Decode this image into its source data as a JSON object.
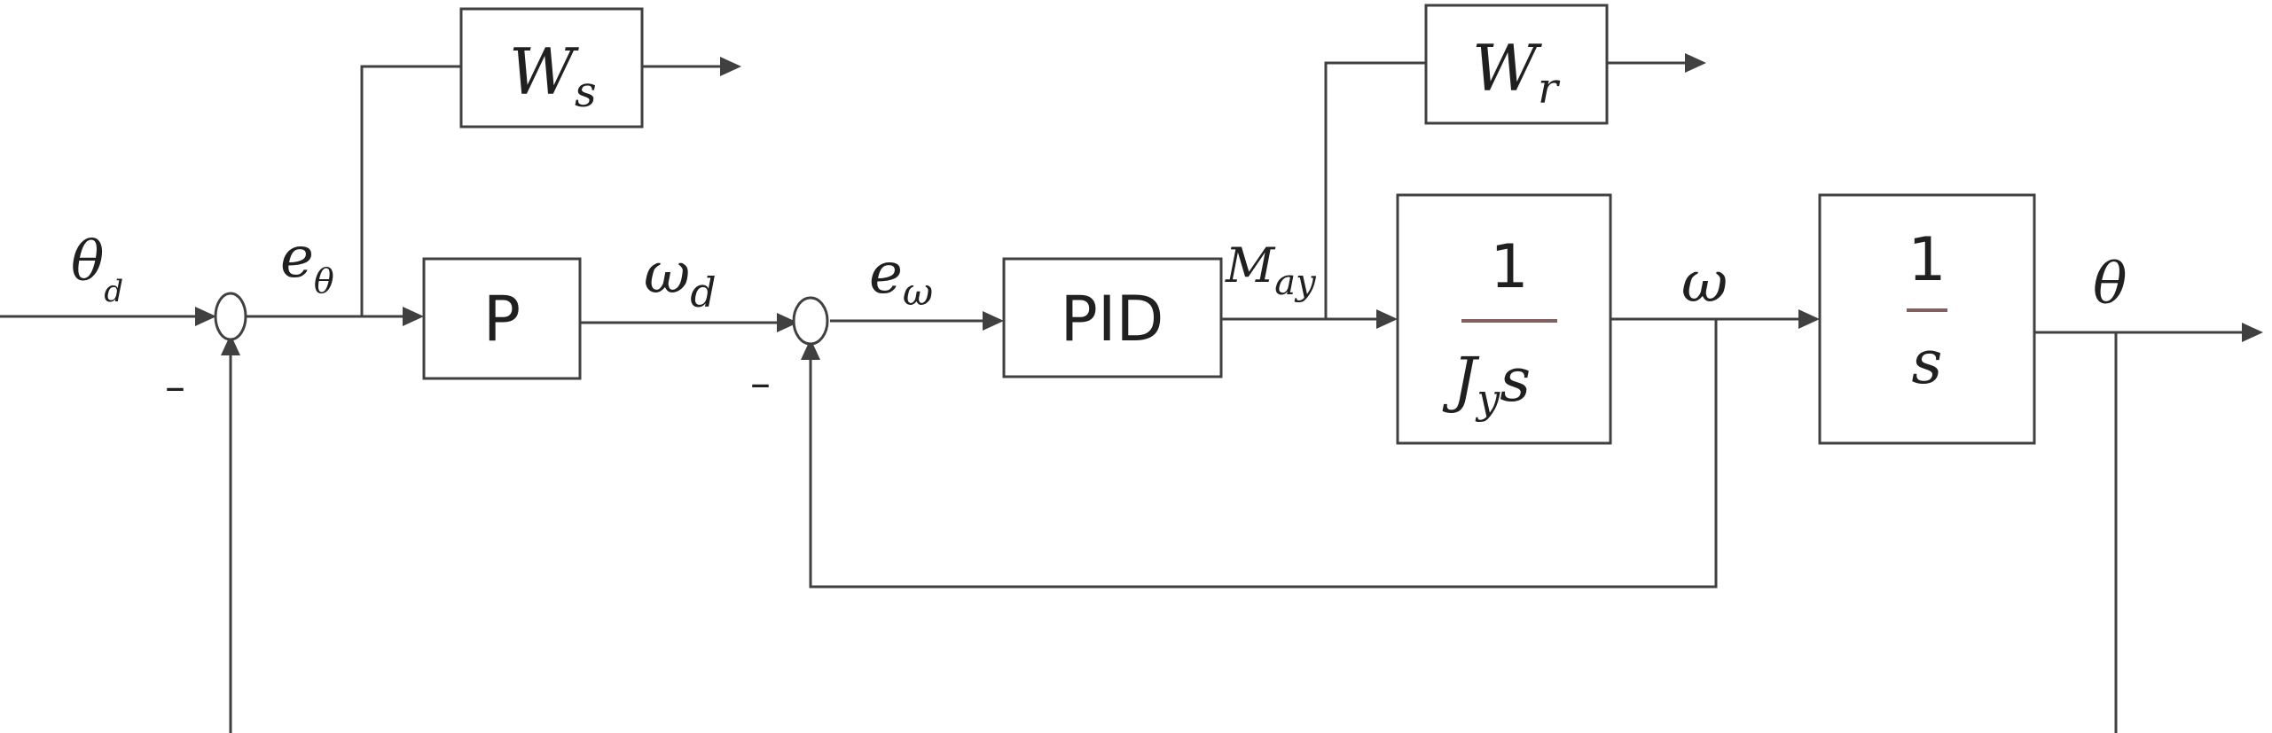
{
  "colors": {
    "line": "#404040",
    "fraction_bar": "#806060",
    "text": "#202020",
    "background": "#ffffff"
  },
  "signals": {
    "theta_d": "θ",
    "theta_d_sub": "d",
    "e_theta": "e",
    "e_theta_sub": "θ",
    "omega_d": "ω",
    "omega_d_sub": "d",
    "e_omega": "e",
    "e_omega_sub": "ω",
    "m_ay": "M",
    "m_ay_sub": "ay",
    "omega": "ω",
    "theta": "θ"
  },
  "blocks": {
    "ws": "W",
    "ws_sub": "s",
    "wr": "W",
    "wr_sub": "r",
    "p": "P",
    "pid": "PID",
    "plant_num": "1",
    "plant_den": "J",
    "plant_den_sub": "y",
    "plant_den_s": "s",
    "integrator_num": "1",
    "integrator_den": "s"
  },
  "sum_signs": {
    "outer_minus": "–",
    "inner_minus": "–"
  }
}
